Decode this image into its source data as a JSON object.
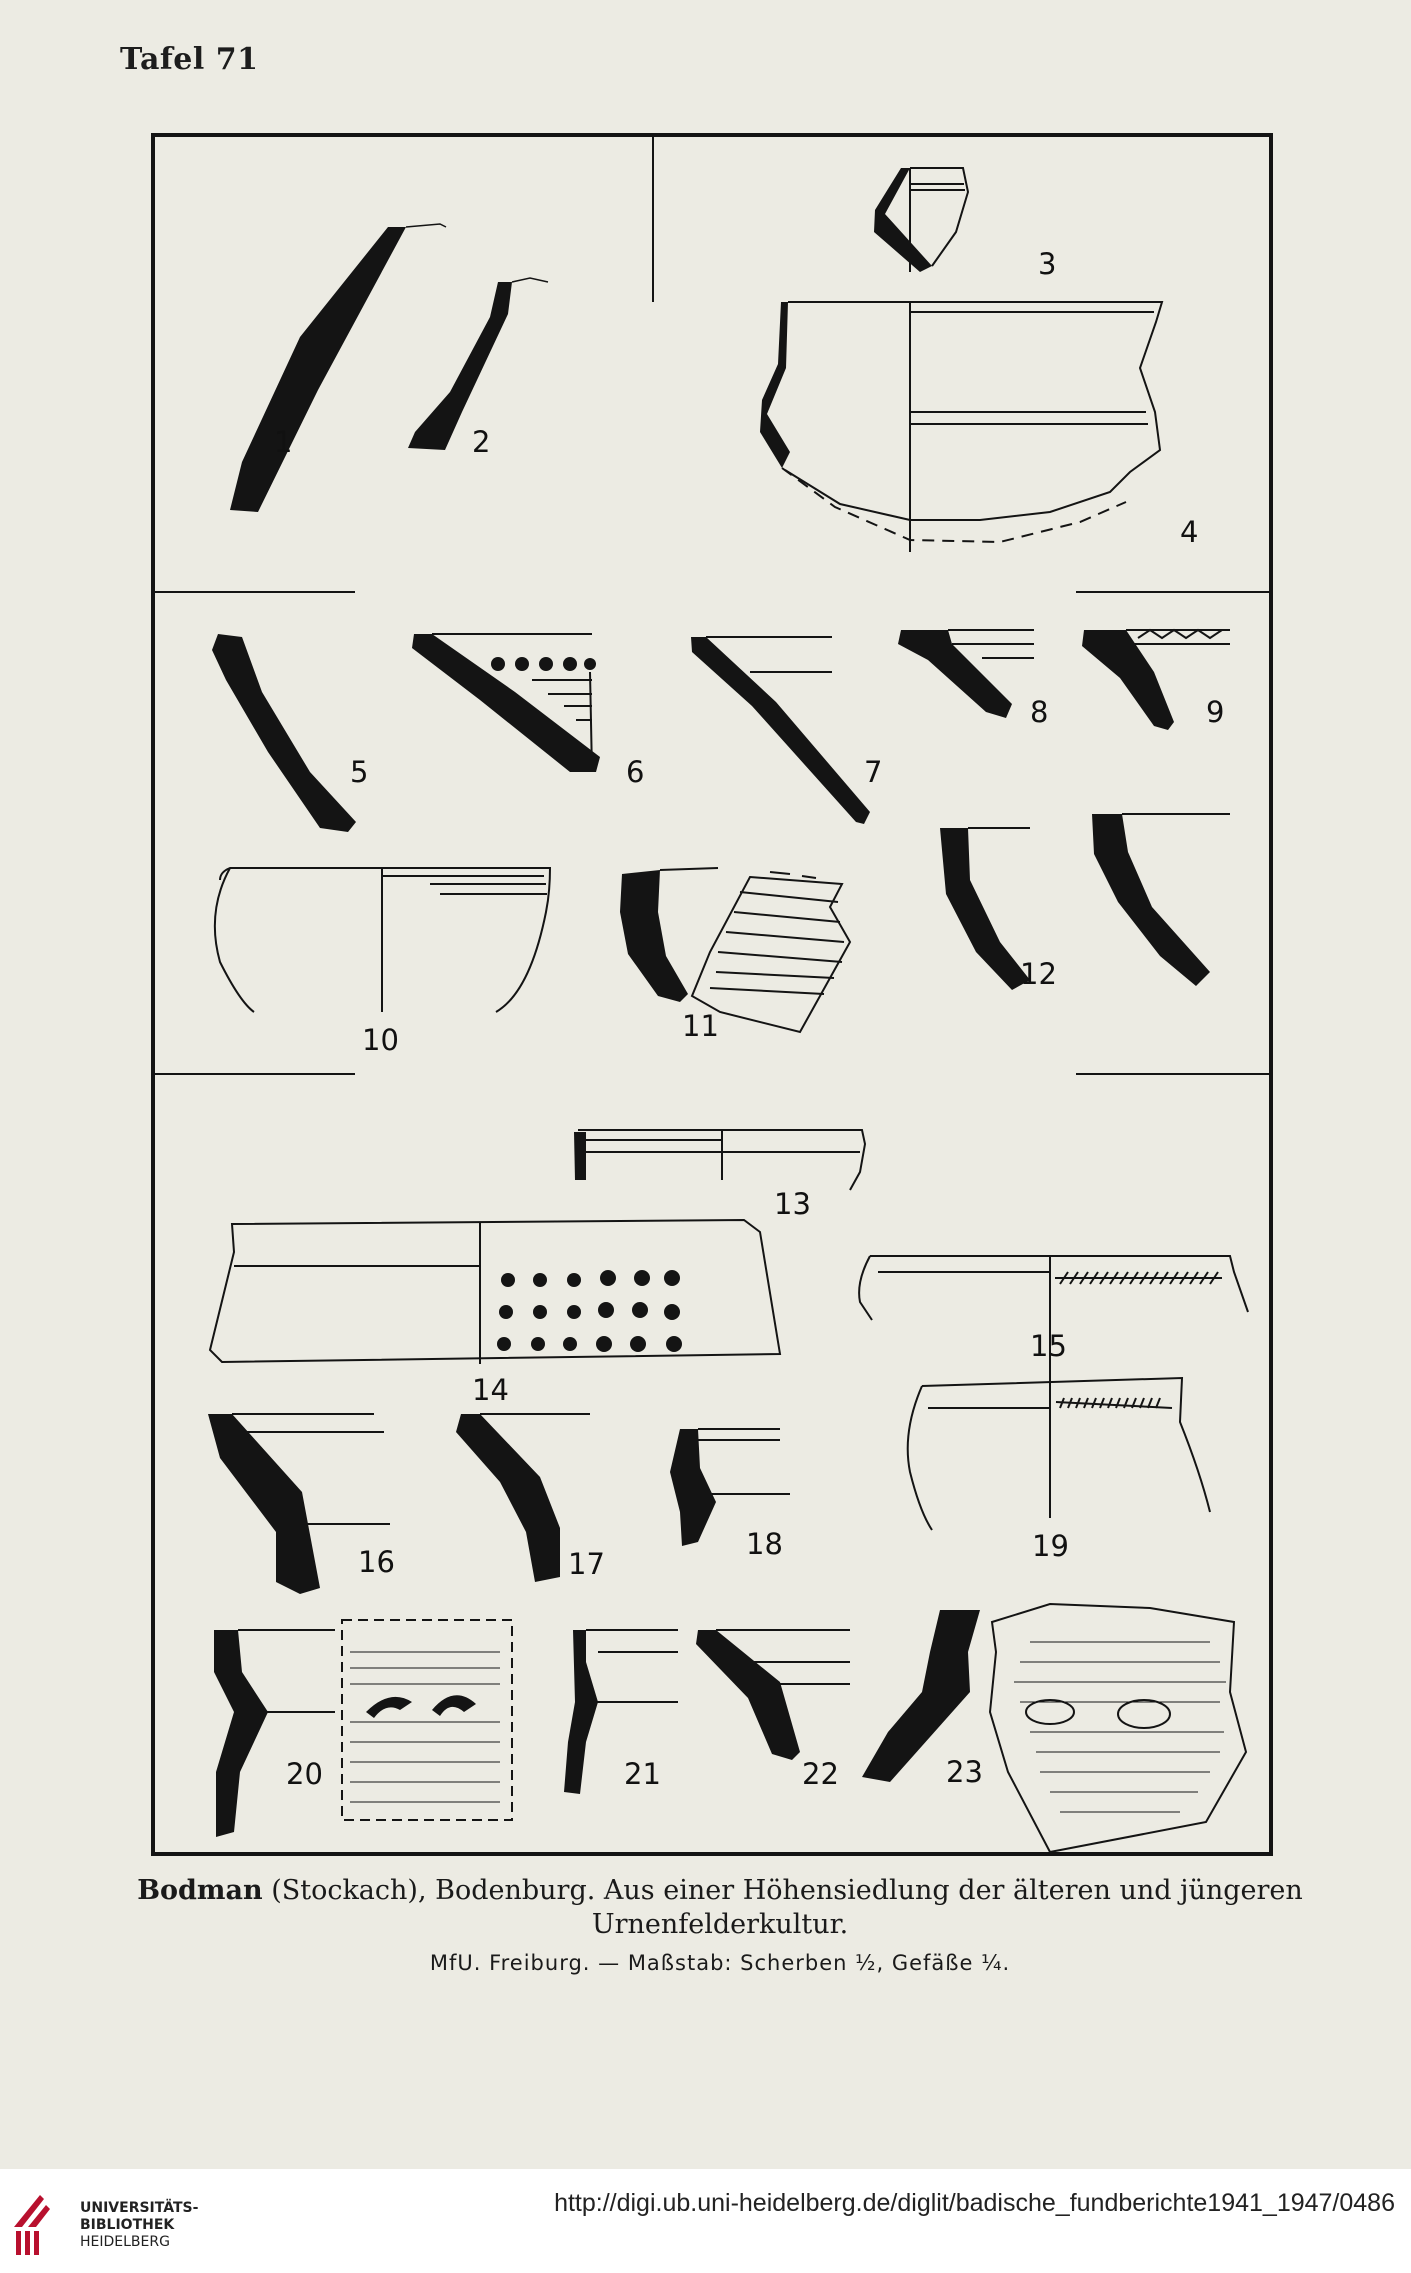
{
  "page_label": "Tafel 71",
  "figure_numbers": [
    "1",
    "2",
    "3",
    "4",
    "5",
    "6",
    "7",
    "8",
    "9",
    "10",
    "11",
    "12",
    "13",
    "14",
    "15",
    "16",
    "17",
    "18",
    "19",
    "20",
    "21",
    "22",
    "23"
  ],
  "caption": {
    "title_bold": "Bodman",
    "title_rest": " (Stockach), Bodenburg. Aus einer Höhensiedlung der älteren und jüngeren",
    "line2": "Urnenfelderkultur.",
    "line3": "MfU. Freiburg. — Maßstab: Scherben ½, Gefäße ¼."
  },
  "footer": {
    "library_line1": "UNIVERSITÄTS-",
    "library_line2": "BIBLIOTHEK",
    "library_line3": "HEIDELBERG",
    "url": "http://digi.ub.uni-heidelberg.de/diglit/badische_fundberichte1941_1947/0486"
  },
  "colors": {
    "paper": "#ecebe3",
    "ink": "#141414",
    "logo_red": "#b8102e"
  }
}
